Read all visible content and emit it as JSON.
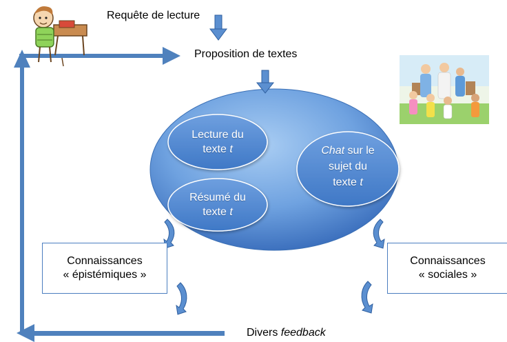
{
  "labels": {
    "request": "Requête de lecture",
    "proposition": "Proposition de textes",
    "lecture_line1": "Lecture du",
    "lecture_line2": "texte",
    "lecture_t": "t",
    "resume_line1": "Résumé du",
    "resume_line2": "texte",
    "resume_t": "t",
    "chat_word": "Chat",
    "chat_line1_rest": " sur le",
    "chat_line2": "sujet du",
    "chat_line3": "texte",
    "chat_t": "t",
    "episteme_line1": "Connaissances",
    "episteme_line2": "« épistémiques »",
    "sociales_line1": "Connaissances",
    "sociales_line2": "« sociales »",
    "feedback_word": "Divers ",
    "feedback_italic": "feedback"
  },
  "icons": {
    "student": "student-reading-icon",
    "group": "group-of-people-icon"
  },
  "colors": {
    "arrow": "#4f81bd",
    "oval_light": "#8db8ea",
    "oval_dark": "#3a74c4",
    "inner_oval": "#4a85d0",
    "border": "#4a7dbf"
  }
}
